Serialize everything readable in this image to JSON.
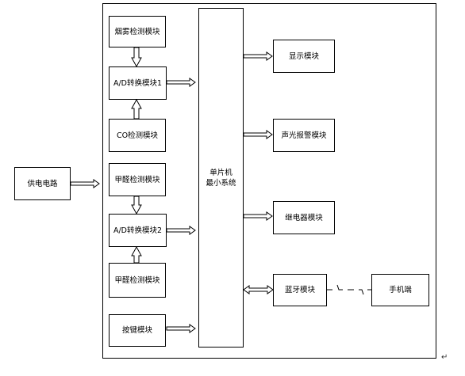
{
  "modules": {
    "smoke_detect": "烟雾检测模块",
    "ad_convert_1": "A/D转换模块1",
    "co_detect": "CO检测模块",
    "formaldehyde_detect_a": "甲醛检测模块",
    "ad_convert_2": "A/D转换模块2",
    "formaldehyde_detect_b": "甲醛检测模块",
    "key": "按键模块",
    "mcu_line1": "单片机",
    "mcu_line2": "最小系统",
    "display": "显示模块",
    "alarm": "声光报警模块",
    "relay": "继电器模块",
    "bluetooth": "蓝牙模块",
    "phone": "手机端",
    "power": "供电电路"
  },
  "paragraph_mark": "↵"
}
